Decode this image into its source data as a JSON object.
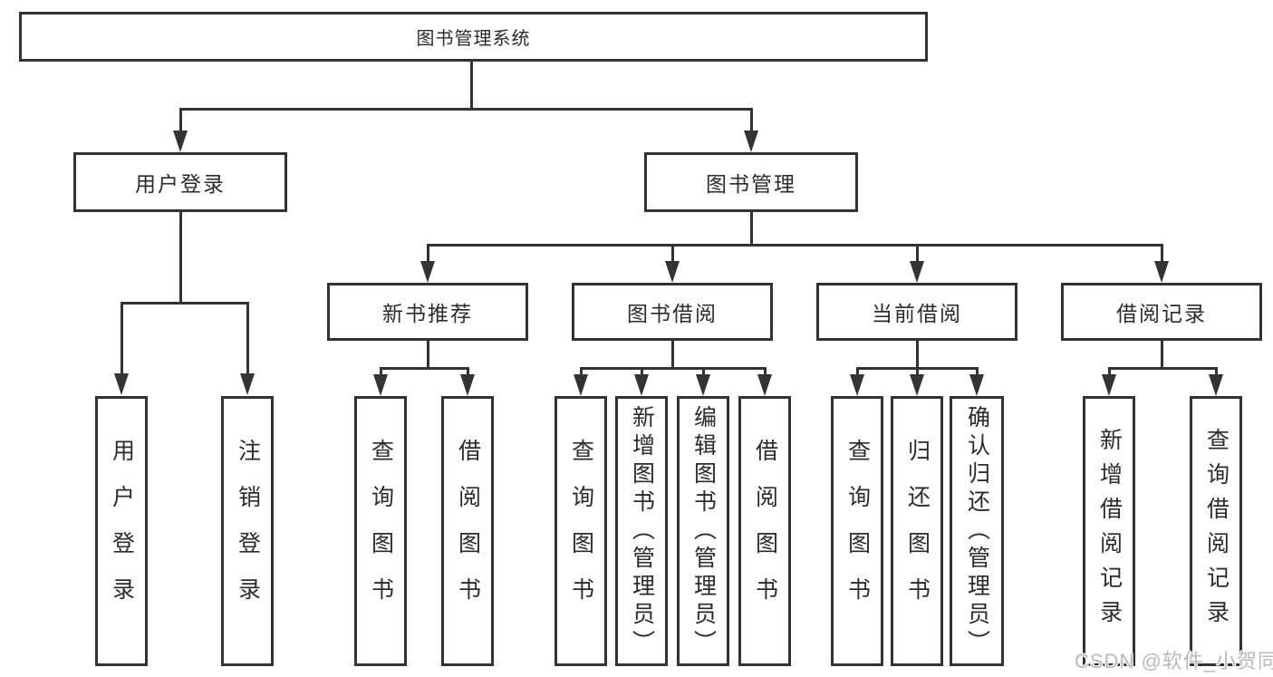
{
  "diagram": {
    "root": "图书管理系统",
    "user_login": {
      "label": "用户登录",
      "children": {
        "login": "用户登录",
        "logout": "注销登录"
      }
    },
    "book_management": {
      "label": "图书管理",
      "sections": {
        "new_book": {
          "label": "新书推荐",
          "children": {
            "query": "查询图书",
            "borrow": "借阅图书"
          }
        },
        "book_borrow": {
          "label": "图书借阅",
          "children": {
            "query": "查询图书",
            "add": "新增图书（管理员）",
            "edit": "编辑图书（管理员）",
            "borrow": "借阅图书"
          }
        },
        "current_borrow": {
          "label": "当前借阅",
          "children": {
            "query": "查询图书",
            "return": "归还图书",
            "confirm": "确认归还（管理员）"
          }
        },
        "borrow_records": {
          "label": "借阅记录",
          "children": {
            "add": "新增借阅记录",
            "query": "查询借阅记录"
          }
        }
      }
    },
    "watermark": "CSDN @软件_小贺同学",
    "colors": {
      "line": "#333333",
      "text": "#2b2b2b",
      "box_background": "#ffffff",
      "watermark": "#b9b9b9",
      "background": "#ffffff"
    }
  }
}
